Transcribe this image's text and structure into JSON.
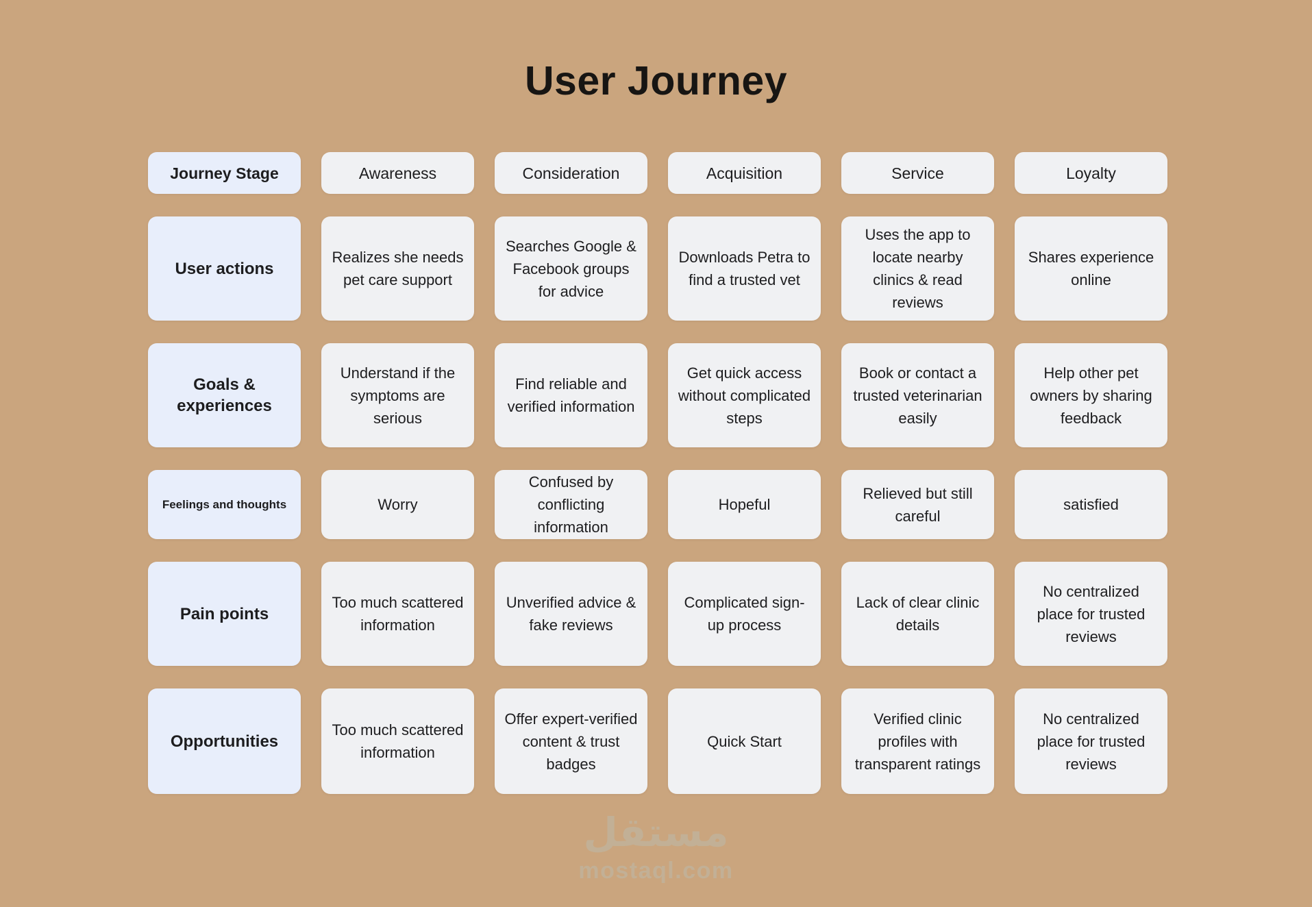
{
  "title": "User Journey",
  "colors": {
    "background": "#CAA57E",
    "card": "#F0F1F3",
    "label_card": "#E8EEFB",
    "text": "#1D1D1F",
    "watermark": "#C2B096"
  },
  "grid": {
    "columns": [
      "Journey Stage",
      "Awareness",
      "Consideration",
      "Acquisition",
      "Service",
      "Loyalty"
    ],
    "rows": [
      {
        "label": "User actions",
        "cells": [
          "Realizes she needs pet care support",
          "Searches Google & Facebook groups for advice",
          "Downloads Petra to find a trusted vet",
          "Uses the app to locate nearby clinics & read reviews",
          "Shares experience online"
        ]
      },
      {
        "label": "Goals & experiences",
        "cells": [
          "Understand if the symptoms are serious",
          "Find reliable and verified information",
          "Get quick access without complicated steps",
          "Book or contact a trusted veterinarian easily",
          "Help other pet owners by sharing feedback"
        ]
      },
      {
        "label": "Feelings and thoughts",
        "small_label": true,
        "cells": [
          "Worry",
          "Confused by conflicting information",
          "Hopeful",
          "Relieved but still careful",
          "satisfied"
        ]
      },
      {
        "label": "Pain points",
        "cells": [
          "Too much scattered information",
          "Unverified advice & fake reviews",
          "Complicated sign-up process",
          "Lack of clear clinic details",
          "No centralized place for trusted reviews"
        ]
      },
      {
        "label": "Opportunities",
        "cells": [
          "Too much scattered information",
          "Offer expert-verified content & trust badges",
          "Quick Start",
          "Verified clinic profiles with transparent ratings",
          "No centralized place for trusted reviews"
        ]
      }
    ]
  },
  "watermark": {
    "logo": "مستقل",
    "domain": "mostaql.com"
  }
}
